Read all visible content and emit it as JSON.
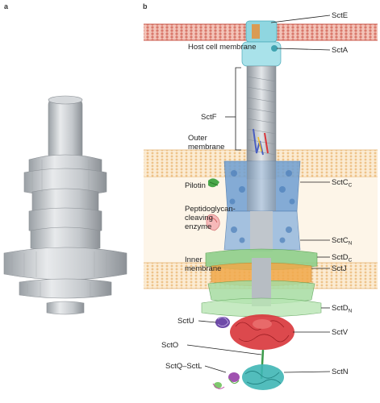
{
  "panels": {
    "a": {
      "letter": "a"
    },
    "b": {
      "letter": "b"
    }
  },
  "labels": {
    "host_cell_membrane": "Host cell membrane",
    "outer_membrane": [
      "Outer",
      "membrane"
    ],
    "pilotin": "Pilotin",
    "peptidoglycan_enzyme": [
      "Peptidoglycan-",
      "cleaving",
      "enzyme"
    ],
    "inner_membrane": [
      "Inner",
      "membrane"
    ],
    "sctE": "SctE",
    "sctA": "SctA",
    "sctF": "SctF",
    "sctC_c": {
      "base": "SctC",
      "sub": "C"
    },
    "sctC_n": {
      "base": "SctC",
      "sub": "N"
    },
    "sctD_c": {
      "base": "SctD",
      "sub": "C"
    },
    "sctJ": "SctJ",
    "sctD_n": {
      "base": "SctD",
      "sub": "N"
    },
    "sctU": "SctU",
    "sctV": "SctV",
    "sctO": "SctO",
    "sctQ_sctL": "SctQ–SctL",
    "sctN": "SctN"
  },
  "colors": {
    "membrane_red": "#d9786b",
    "membrane_tan": "#f2d5a8",
    "em_density_gray": "#cfd3d6",
    "secretin_blue": "#6f9fd2",
    "needle_gray": "#a9b0b8",
    "ring_green": "#8fcf8a",
    "sctV_red": "#d8353a",
    "sctN_teal": "#3fb6b5",
    "sctU_purple": "#6e4aa8",
    "translocon_cyan": "#8fd6e0"
  }
}
